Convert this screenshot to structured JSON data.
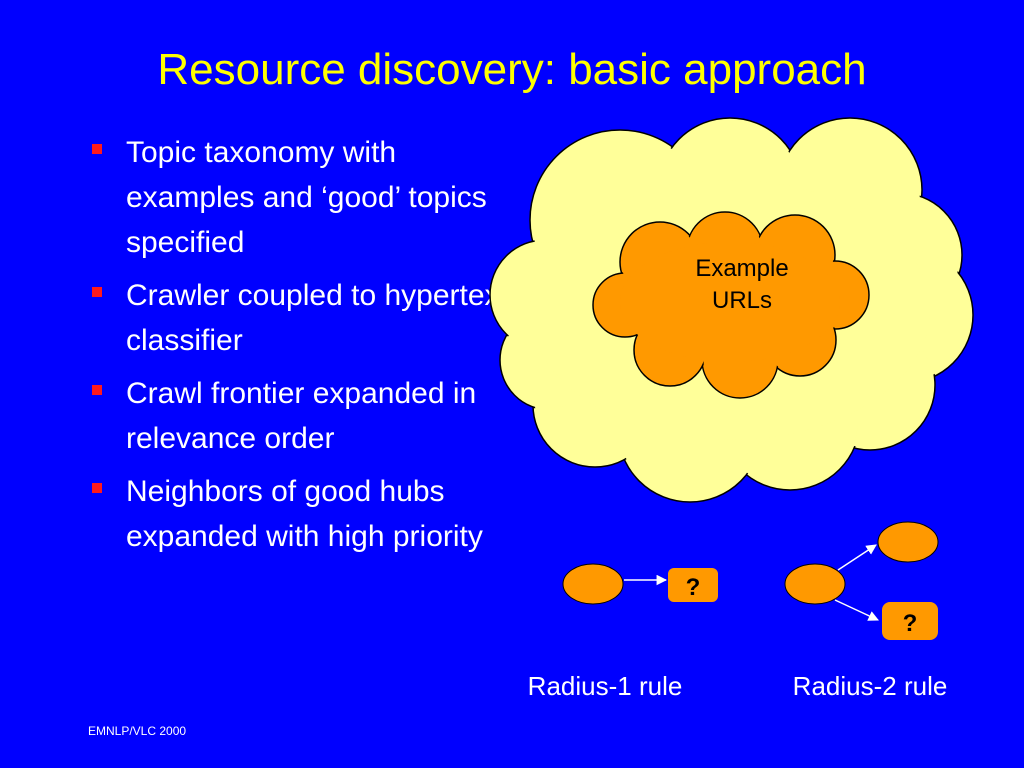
{
  "title": "Resource discovery: basic approach",
  "bullets": [
    "Topic taxonomy with examples and ‘good’ topics specified",
    "Crawler coupled to hypertext classifier",
    "Crawl frontier expanded in relevance order",
    "Neighbors of good hubs expanded with high priority"
  ],
  "cloud": {
    "inner_label_line1": "Example",
    "inner_label_line2": "URLs"
  },
  "rules": {
    "radius1": {
      "question": "?",
      "caption": "Radius-1 rule"
    },
    "radius2": {
      "question": "?",
      "caption": "Radius-2 rule"
    }
  },
  "footer": "EMNLP/VLC 2000",
  "colors": {
    "background": "#0000ff",
    "title": "#ffff00",
    "text": "#ffffff",
    "bullet_marker": "#ff1a1a",
    "outer_cloud": "#ffff99",
    "inner_cloud": "#ff9900",
    "node": "#ff9900"
  }
}
